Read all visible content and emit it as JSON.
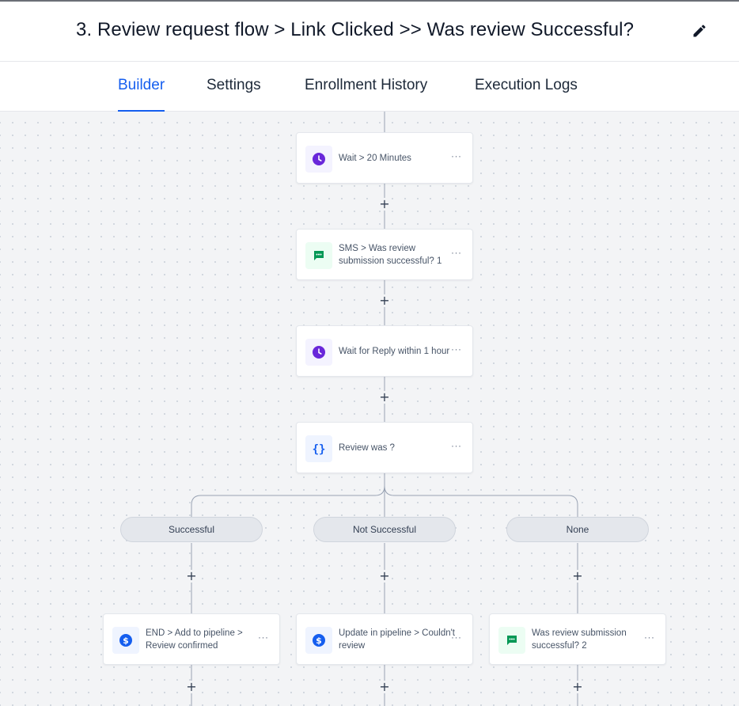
{
  "header": {
    "title": "3. Review request flow > Link Clicked >> Was review Successful?"
  },
  "tabs": [
    {
      "label": "Builder",
      "active": true
    },
    {
      "label": "Settings",
      "active": false
    },
    {
      "label": "Enrollment History",
      "active": false
    },
    {
      "label": "Execution Logs",
      "active": false
    }
  ],
  "workflow": {
    "nodes": [
      {
        "label": "Wait > 20 Minutes",
        "icon": "clock-icon",
        "color": "#6927da"
      },
      {
        "label": "SMS > Was review submission successful? 1",
        "icon": "chat-icon",
        "color": "#039855"
      },
      {
        "label": "Wait for Reply within 1 hour",
        "icon": "clock-icon",
        "color": "#6927da"
      },
      {
        "label": "Review was ?",
        "icon": "braces-icon",
        "color": "#155eef"
      }
    ],
    "branches": [
      {
        "label": "Successful",
        "action": {
          "label": "END > Add to pipeline > Review confirmed",
          "icon": "dollar-icon",
          "color": "#155eef"
        }
      },
      {
        "label": "Not Successful",
        "action": {
          "label": "Update in pipeline > Couldn't review",
          "icon": "dollar-icon",
          "color": "#155eef"
        }
      },
      {
        "label": "None",
        "action": {
          "label": "Was review submission successful? 2",
          "icon": "chat-icon",
          "color": "#039855"
        }
      }
    ],
    "add_step_symbol": "+",
    "more_symbol": "···"
  }
}
